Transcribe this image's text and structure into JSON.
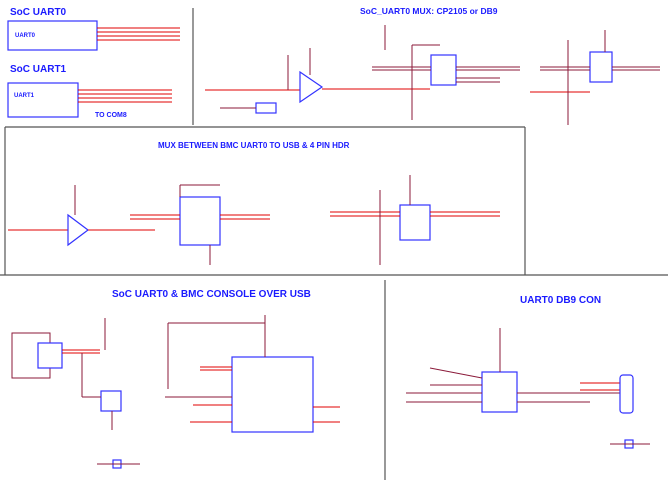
{
  "sections": {
    "soc_uart0": {
      "title": "SoC UART0",
      "block_label": "UART0"
    },
    "soc_uart1": {
      "title": "SoC UART1",
      "block_label": "UART1",
      "note": "TO COM8"
    },
    "mux": {
      "title": "SoC_UART0 MUX: CP2105 or DB9"
    },
    "bmc_mux": {
      "title": "MUX BETWEEN BMC UART0 TO USB & 4 PIN HDR"
    },
    "usb_console": {
      "title": "SoC UART0 & BMC CONSOLE OVER USB"
    },
    "db9": {
      "title": "UART0 DB9 CON"
    }
  },
  "colors": {
    "heading": "#1a1aff",
    "net": "#e00000",
    "wire": "#8b1a3a",
    "ic_outline": "#3333ff",
    "junction": "#e000e0"
  }
}
